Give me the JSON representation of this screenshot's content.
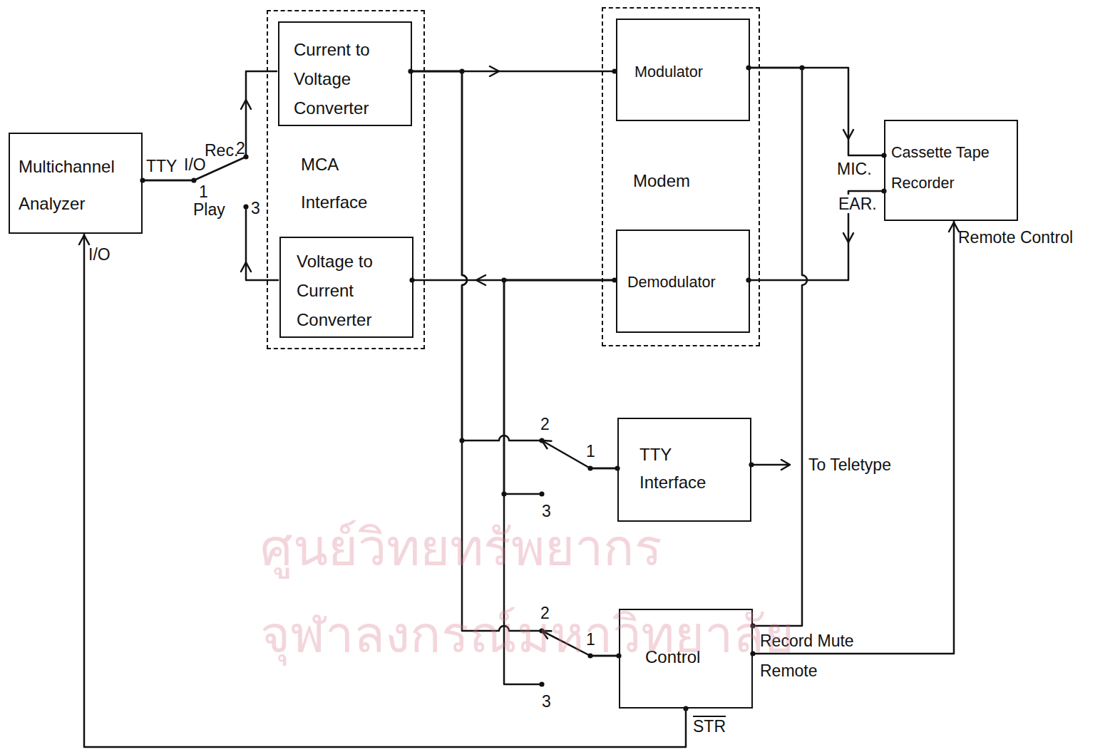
{
  "diagram": {
    "nodes": [
      {
        "text": [
          "Multichannel Analyzer"
        ]
      },
      {
        "text": [
          "MCA Interface"
        ]
      },
      {
        "text": [
          "Current to Voltage Converter"
        ],
        "in": 1
      },
      {
        "text": [
          "Voltage to Current Converter"
        ],
        "in": 1
      },
      {
        "text": [
          "Modem"
        ]
      },
      {
        "text": [
          "Modulator"
        ],
        "in": 4
      },
      {
        "text": [
          "Demodulator"
        ],
        "in": 4
      },
      {
        "text": [
          "Cassette Tape Recorder"
        ]
      },
      {
        "text": [
          "TTY Interface"
        ]
      },
      {
        "text": [
          "Control"
        ]
      }
    ],
    "edges": [
      {
        "from": 0,
        "to": 2,
        "arrow": "to"
      },
      {
        "from": 3,
        "to": 0,
        "arrow": "to"
      },
      {
        "from": 2,
        "to": 5,
        "arrow": "to"
      },
      {
        "from": 6,
        "to": 3,
        "arrow": "to"
      },
      {
        "from": 5,
        "to": 7,
        "arrow": "to"
      },
      {
        "from": 7,
        "to": 6,
        "arrow": "to"
      },
      {
        "from": 5,
        "to": 9,
        "arrow": "none"
      },
      {
        "from": 9,
        "to": 7,
        "arrow": "to"
      },
      {
        "from": 9,
        "to": 0,
        "arrow": "to"
      },
      {
        "from": 2,
        "to": 8,
        "arrow": "none"
      },
      {
        "from": 6,
        "to": 8,
        "arrow": "none"
      },
      {
        "from": 2,
        "to": 9,
        "arrow": "none"
      },
      {
        "from": 6,
        "to": 9,
        "arrow": "none"
      }
    ],
    "labels": [
      "TTY",
      "I/O",
      "Rec.",
      "2",
      "1",
      "Play",
      "3",
      "I/O",
      "MIC.",
      "EAR.",
      "Remote Control",
      "2",
      "1",
      "3",
      "To Teletype",
      "2",
      "1",
      "3",
      "Record Mute",
      "Remote",
      "STR",
      "ศูนย์วิทยทรัพยากร",
      "จุฬาลงกรณ์มหาวิทยาลัย"
    ]
  }
}
